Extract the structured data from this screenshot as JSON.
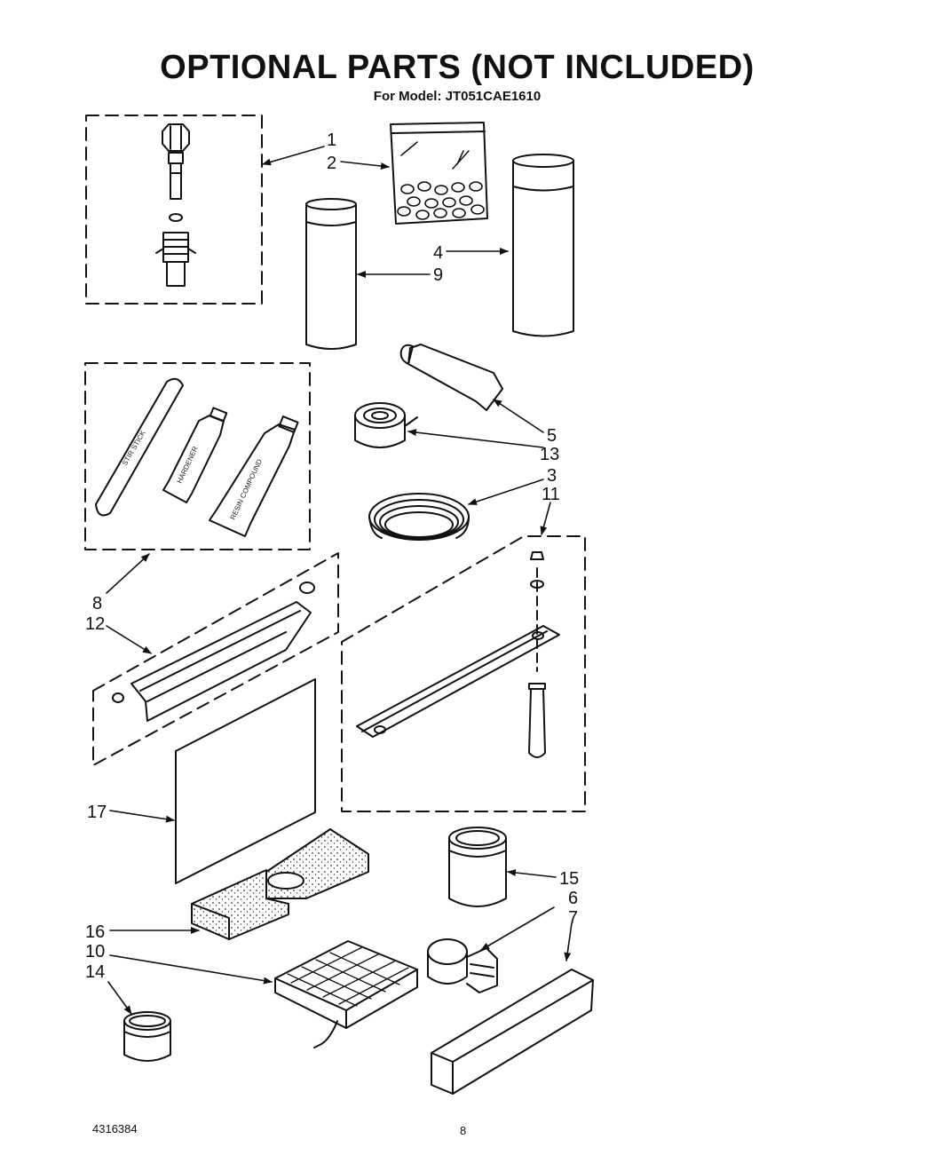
{
  "title": "OPTIONAL PARTS (NOT INCLUDED)",
  "subtitle": "For Model: JT051CAE1610",
  "footer": {
    "doc_number": "4316384",
    "page_number": "8"
  },
  "callouts": {
    "c1": "1",
    "c2": "2",
    "c3": "3",
    "c4": "4",
    "c5": "5",
    "c6": "6",
    "c7": "7",
    "c8": "8",
    "c9": "9",
    "c10": "10",
    "c11": "11",
    "c12": "12",
    "c13": "13",
    "c14": "14",
    "c15": "15",
    "c16": "16",
    "c17": "17"
  },
  "tube_labels": {
    "stir_stick": "STIR STICK",
    "hardener": "HARDENER",
    "resin": "RESIN COMPOUND"
  }
}
